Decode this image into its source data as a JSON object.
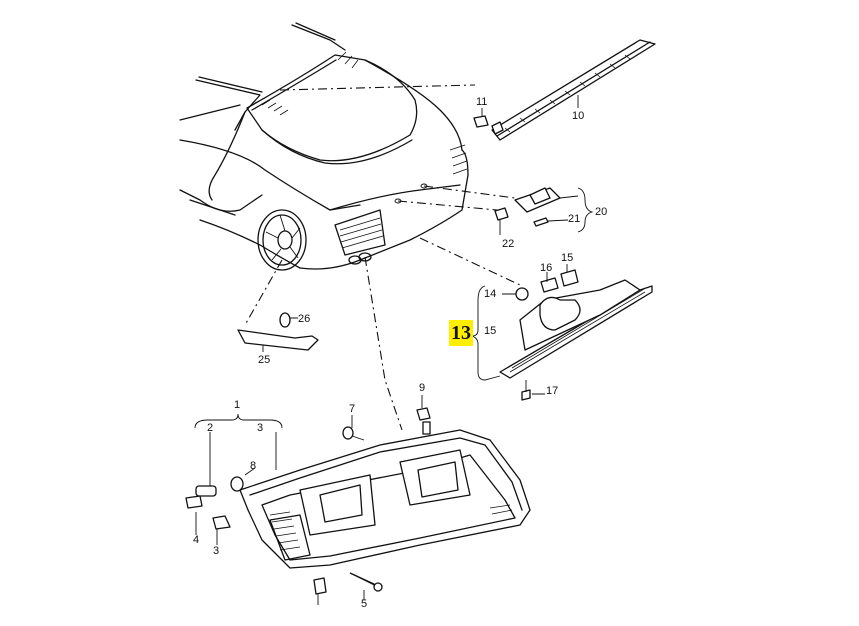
{
  "diagram": {
    "title": "Rear lights exploded parts diagram",
    "highlight_color": "#ffee00",
    "highlighted_part": "13",
    "callouts": [
      {
        "id": "1",
        "label": "1"
      },
      {
        "id": "2",
        "label": "2"
      },
      {
        "id": "3a",
        "label": "3"
      },
      {
        "id": "3b",
        "label": "3"
      },
      {
        "id": "4",
        "label": "4"
      },
      {
        "id": "5",
        "label": "5"
      },
      {
        "id": "7",
        "label": "7"
      },
      {
        "id": "8",
        "label": "8"
      },
      {
        "id": "9",
        "label": "9"
      },
      {
        "id": "10",
        "label": "10"
      },
      {
        "id": "11",
        "label": "11"
      },
      {
        "id": "13",
        "label": "13"
      },
      {
        "id": "14",
        "label": "14"
      },
      {
        "id": "15a",
        "label": "15"
      },
      {
        "id": "15b",
        "label": "15"
      },
      {
        "id": "16",
        "label": "16"
      },
      {
        "id": "17",
        "label": "17"
      },
      {
        "id": "20",
        "label": "20"
      },
      {
        "id": "21",
        "label": "21"
      },
      {
        "id": "22",
        "label": "22"
      },
      {
        "id": "25",
        "label": "25"
      },
      {
        "id": "26",
        "label": "26"
      }
    ]
  }
}
